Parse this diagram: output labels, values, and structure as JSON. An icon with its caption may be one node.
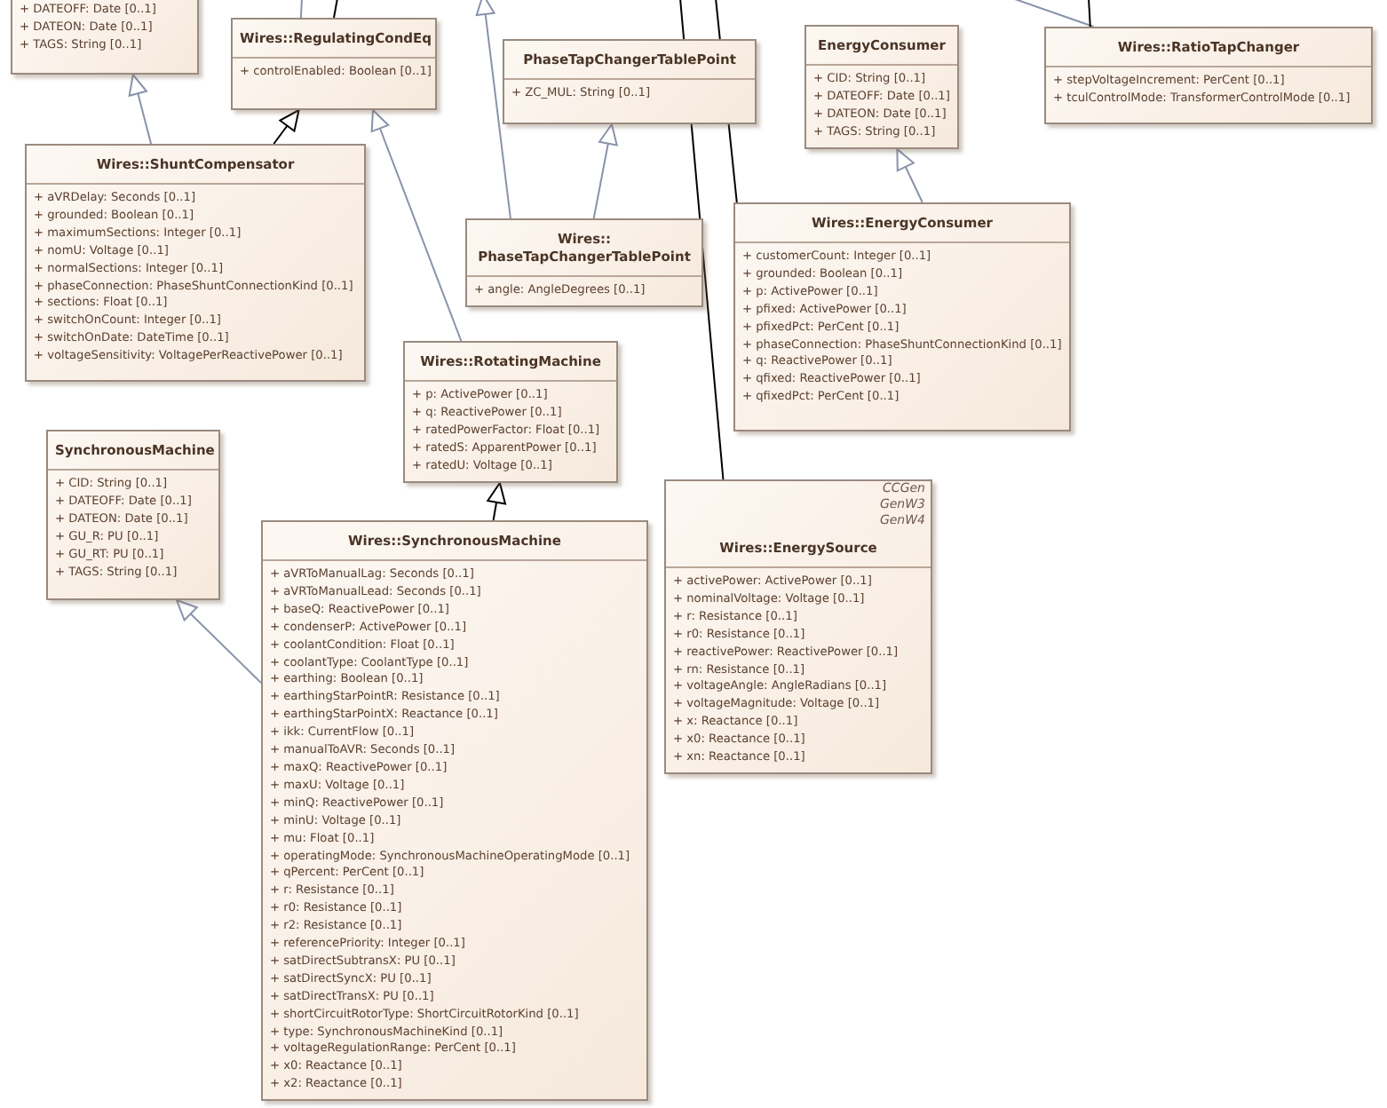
{
  "diagram": {
    "nodes": [
      {
        "text": [
          "+ DATEOFF: Date [0..1]",
          "+ DATEON: Date [0..1]",
          "+ TAGS: String [0..1]"
        ]
      },
      {
        "text": [
          "Wires::RegulatingCondEq",
          "+ controlEnabled: Boolean [0..1]"
        ]
      },
      {
        "text": [
          "PhaseTapChangerTablePoint",
          "+ ZC_MUL: String [0..1]"
        ]
      },
      {
        "text": [
          "EnergyConsumer",
          "+ CID: String [0..1]",
          "+ DATEOFF: Date [0..1]",
          "+ DATEON: Date [0..1]",
          "+ TAGS: String [0..1]"
        ]
      },
      {
        "text": [
          "Wires::RatioTapChanger",
          "+ stepVoltageIncrement: PerCent [0..1]",
          "+ tculControlMode: TransformerControlMode [0..1]"
        ]
      },
      {
        "text": [
          "Wires::ShuntCompensator",
          "+ aVRDelay: Seconds [0..1]",
          "+ grounded: Boolean [0..1]",
          "+ maximumSections: Integer [0..1]",
          "+ nomU: Voltage [0..1]",
          "+ normalSections: Integer [0..1]",
          "+ phaseConnection: PhaseShuntConnectionKind [0..1]",
          "+ sections: Float [0..1]",
          "+ switchOnCount: Integer [0..1]",
          "+ switchOnDate: DateTime [0..1]",
          "+ voltageSensitivity: VoltagePerReactivePower [0..1]"
        ]
      },
      {
        "text": [
          "Wires:: PhaseTapChangerTablePoint",
          "+ angle: AngleDegrees [0..1]"
        ]
      },
      {
        "text": [
          "Wires::EnergyConsumer",
          "+ customerCount: Integer [0..1]",
          "+ grounded: Boolean [0..1]",
          "+ p: ActivePower [0..1]",
          "+ pfixed: ActivePower [0..1]",
          "+ pfixedPct: PerCent [0..1]",
          "+ phaseConnection: PhaseShuntConnectionKind [0..1]",
          "+ q: ReactivePower [0..1]",
          "+ qfixed: ReactivePower [0..1]",
          "+ qfixedPct: PerCent [0..1]"
        ]
      },
      {
        "text": [
          "Wires::RotatingMachine",
          "+ p: ActivePower [0..1]",
          "+ q: ReactivePower [0..1]",
          "+ ratedPowerFactor: Float [0..1]",
          "+ ratedS: ApparentPower [0..1]",
          "+ ratedU: Voltage [0..1]"
        ]
      },
      {
        "text": [
          "SynchronousMachine",
          "+ CID: String [0..1]",
          "+ DATEOFF: Date [0..1]",
          "+ DATEON: Date [0..1]",
          "+ GU_R: PU [0..1]",
          "+ GU_RT: PU [0..1]",
          "+ TAGS: String [0..1]"
        ]
      },
      {
        "text": [
          "Wires::SynchronousMachine",
          "+ aVRToManualLag: Seconds [0..1]",
          "+ aVRToManualLead: Seconds [0..1]",
          "+ baseQ: ReactivePower [0..1]",
          "+ condenserP: ActivePower [0..1]",
          "+ coolantCondition: Float [0..1]",
          "+ coolantType: CoolantType [0..1]",
          "+ earthing: Boolean [0..1]",
          "+ earthingStarPointR: Resistance [0..1]",
          "+ earthingStarPointX: Reactance [0..1]",
          "+ ikk: CurrentFlow [0..1]",
          "+ manualToAVR: Seconds [0..1]",
          "+ maxQ: ReactivePower [0..1]",
          "+ maxU: Voltage [0..1]",
          "+ minQ: ReactivePower [0..1]",
          "+ minU: Voltage [0..1]",
          "+ mu: Float [0..1]",
          "+ operatingMode: SynchronousMachineOperatingMode [0..1]",
          "+ qPercent: PerCent [0..1]",
          "+ r: Resistance [0..1]",
          "+ r0: Resistance [0..1]",
          "+ r2: Resistance [0..1]",
          "+ referencePriority: Integer [0..1]",
          "+ satDirectSubtransX: PU [0..1]",
          "+ satDirectSyncX: PU [0..1]",
          "+ satDirectTransX: PU [0..1]",
          "+ shortCircuitRotorType: ShortCircuitRotorKind [0..1]",
          "+ type: SynchronousMachineKind [0..1]",
          "+ voltageRegulationRange: PerCent [0..1]",
          "+ x0: Reactance [0..1]",
          "+ x2: Reactance [0..1]"
        ]
      },
      {
        "text": [
          "CCGen",
          "GenW3",
          "GenW4",
          "Wires::EnergySource",
          "+ activePower: ActivePower [0..1]",
          "+ nominalVoltage: Voltage [0..1]",
          "+ r: Resistance [0..1]",
          "+ r0: Resistance [0..1]",
          "+ reactivePower: ReactivePower [0..1]",
          "+ rn: Resistance [0..1]",
          "+ voltageAngle: AngleRadians [0..1]",
          "+ voltageMagnitude: Voltage [0..1]",
          "+ x: Reactance [0..1]",
          "+ x0: Reactance [0..1]",
          "+ xn: Reactance [0..1]"
        ]
      }
    ],
    "edges": [
      {
        "from": 5,
        "to": 0,
        "arrow": "to"
      },
      {
        "from": 5,
        "to": 1,
        "arrow": "to",
        "color": "#000000"
      },
      {
        "from": 8,
        "to": 1,
        "arrow": "to"
      },
      {
        "from": 6,
        "to": 2,
        "arrow": "to"
      },
      {
        "from": 6,
        "to": null,
        "arrow": "to"
      },
      {
        "from": 7,
        "to": 3,
        "arrow": "to"
      },
      {
        "from": 10,
        "to": 8,
        "arrow": "to",
        "color": "#000000"
      },
      {
        "from": 10,
        "to": 9,
        "arrow": "to"
      },
      {
        "from": 11,
        "to": null,
        "arrow": "none",
        "color": "#000000"
      },
      {
        "from": 7,
        "to": null,
        "arrow": "none",
        "color": "#000000"
      },
      {
        "from": null,
        "to": 4,
        "arrow": "none"
      },
      {
        "from": null,
        "to": 4,
        "arrow": "none",
        "color": "#000000"
      },
      {
        "from": 1,
        "to": null,
        "arrow": "none",
        "color": "#000000"
      },
      {
        "from": 1,
        "to": null,
        "arrow": "none"
      }
    ]
  }
}
